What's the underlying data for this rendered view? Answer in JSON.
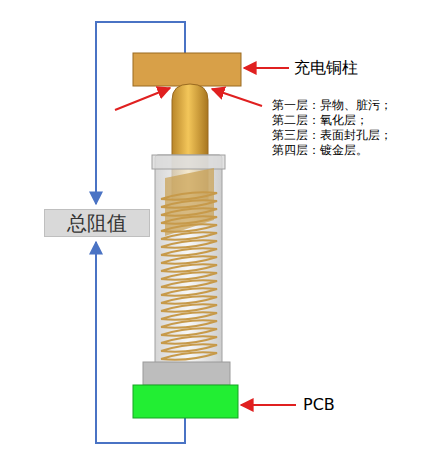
{
  "diagram": {
    "nodes": [
      {
        "text": [
          "总阻值"
        ]
      }
    ],
    "labels": [
      "充电铜柱",
      "第一层：异物、脏污；",
      "第二层：氧化层；",
      "第三层：表面封孔层；",
      "第四层：镀金层。",
      "PCB"
    ]
  }
}
